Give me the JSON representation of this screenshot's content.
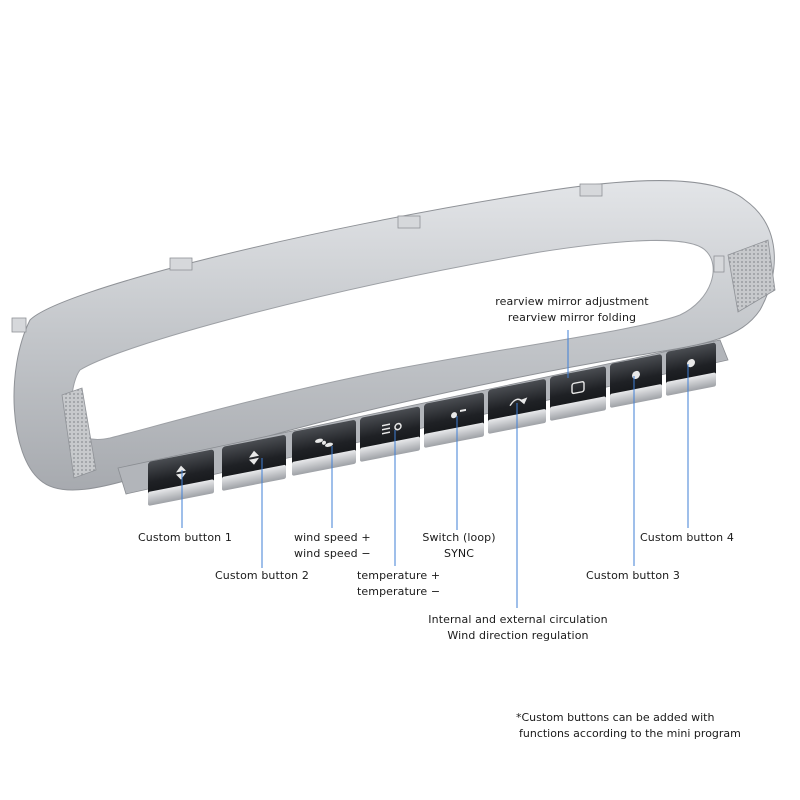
{
  "labels": {
    "custom1": "Custom button 1",
    "custom2": "Custom button 2",
    "wind_line1": "wind speed +",
    "wind_line2": "wind speed −",
    "temp_line1": "temperature +",
    "temp_line2": "temperature −",
    "switch_line1": "Switch (loop)",
    "switch_line2": "SYNC",
    "circ_line1": "Internal and external circulation",
    "circ_line2": "Wind direction regulation",
    "mirror_line1": "rearview mirror adjustment",
    "mirror_line2": "rearview mirror folding",
    "custom3": "Custom button 3",
    "custom4": "Custom button 4"
  },
  "note": {
    "line1": "*Custom buttons can be added with",
    "line2": "functions according to the mini program"
  },
  "colors": {
    "frame": "#c9cbce",
    "frame_dark": "#9a9da2",
    "button_body": "#2b2d31",
    "button_chrome": "#b9bcc0",
    "leader_line": "#3f7fd6"
  },
  "buttons": [
    {
      "id": "b1",
      "icon": "up-down-arrow-icon"
    },
    {
      "id": "b2",
      "icon": "up-down-arrow-icon"
    },
    {
      "id": "b3",
      "icon": "fan-icon"
    },
    {
      "id": "b4",
      "icon": "seat-heat-icon"
    },
    {
      "id": "b5",
      "icon": "fan-sync-icon"
    },
    {
      "id": "b6",
      "icon": "air-circulation-icon"
    },
    {
      "id": "b7",
      "icon": "mirror-icon"
    },
    {
      "id": "b8",
      "icon": "dot-icon"
    },
    {
      "id": "b9",
      "icon": "dot-icon"
    }
  ]
}
